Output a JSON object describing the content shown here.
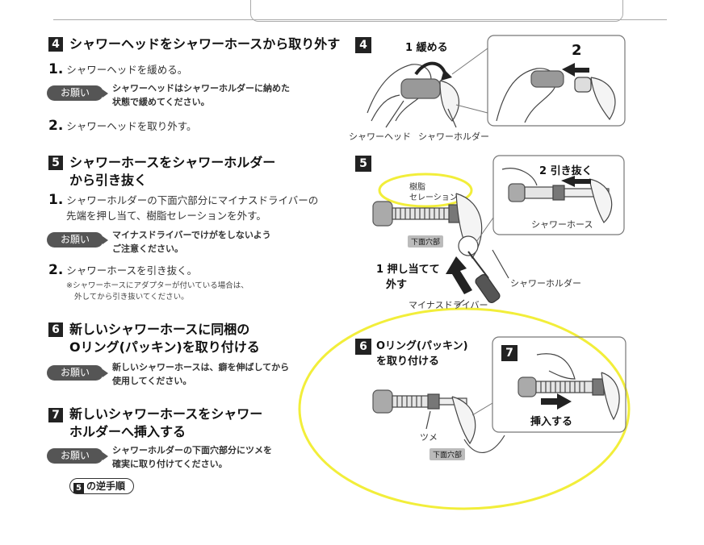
{
  "left": {
    "s4": {
      "num": "4",
      "title": "シャワーヘッドをシャワーホースから取り外す",
      "i1": "シャワーヘッドを緩める。",
      "onegai": "お願い",
      "note_l1": "シャワーヘッドはシャワーホルダーに納めた",
      "note_l2": "状態で緩めてください。",
      "i2": "シャワーヘッドを取り外す。"
    },
    "s5": {
      "num": "5",
      "title_l1": "シャワーホースをシャワーホルダー",
      "title_l2": "から引き抜く",
      "i1_l1": "シャワーホルダーの下面穴部分にマイナスドライバーの",
      "i1_l2": "先端を押し当て、樹脂セレーションを外す。",
      "onegai": "お願い",
      "note_l1": "マイナスドライバーでけがをしないよう",
      "note_l2": "ご注意ください。",
      "i2": "シャワーホースを引き抜く。",
      "small_l1": "※シャワーホースにアダプターが付いている場合は、",
      "small_l2": "外してから引き抜いてください。"
    },
    "s6": {
      "num": "6",
      "title_l1": "新しいシャワーホースに同梱の",
      "title_l2": "Oリング(パッキン)を取り付ける",
      "onegai": "お願い",
      "note_l1": "新しいシャワーホースは、癖を伸ばしてから",
      "note_l2": "使用してください。"
    },
    "s7": {
      "num": "7",
      "title_l1": "新しいシャワーホースをシャワー",
      "title_l2": "ホルダーへ挿入する",
      "onegai": "お願い",
      "note_l1": "シャワーホルダーの下面穴部分にツメを",
      "note_l2": "確実に取り付けてください。",
      "reverse_num": "5",
      "reverse_text": "の逆手順"
    },
    "item_nums": [
      "1.",
      "2."
    ]
  },
  "figures": {
    "f4": {
      "num": "4",
      "loosen": "1 緩める",
      "two": "2",
      "shower_head": "シャワーヘッド",
      "shower_holder": "シャワーホルダー"
    },
    "f5": {
      "num": "5",
      "resin_l1": "樹脂",
      "resin_l2": "セレーション",
      "pull_out": "2 引き抜く",
      "hose": "シャワーホース",
      "bottom_hole": "下面穴部",
      "push_l1": "1 押し当てて",
      "push_l2": "外す",
      "holder": "シャワーホルダー",
      "driver": "マイナスドライバー"
    },
    "f6": {
      "num": "6",
      "oring_l1": "Oリング(パッキン)",
      "oring_l2": "を取り付ける",
      "claw": "ツメ",
      "bottom_hole": "下面穴部"
    },
    "f7": {
      "num": "7",
      "insert": "挿入する"
    }
  },
  "colors": {
    "highlight": "#f2ee3a",
    "badge": "#555555",
    "ink": "#222222"
  }
}
